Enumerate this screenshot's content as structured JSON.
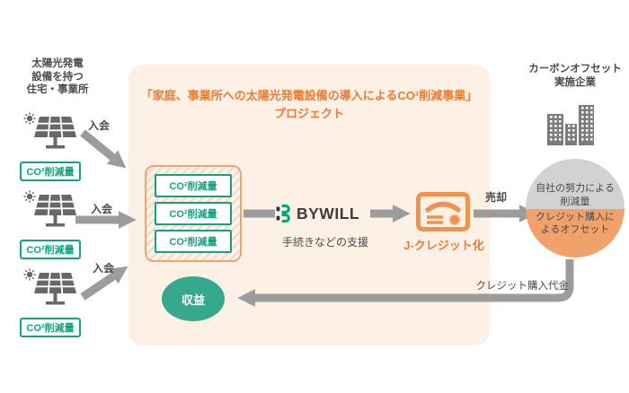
{
  "colors": {
    "accent_orange": "#ec7b33",
    "box_border_orange": "#f2a46d",
    "peach_background": "#fdf0e4",
    "teal": "#12a284",
    "profit_teal": "#36a88d",
    "arrow_gray": "#9c9c9c",
    "text_gray": "#4a4a4a",
    "building_gray": "#7c7c7c",
    "circle_gray": "#d2d2d2",
    "circle_orange": "#f1a26b",
    "logo_navy": "#1e3040",
    "logo_green": "#00a878",
    "certificate_orange": "#f0914e"
  },
  "producers": {
    "heading_line1": "太陽光発電",
    "heading_line2": "設備を持つ",
    "heading_line3": "住宅・事業所",
    "co2_label": "CO²削減量",
    "join_label": "入会"
  },
  "project_box": {
    "title_line1": "「家庭、事業所への太陽光発電設備の導入によるCO²削減事業」",
    "title_line2": "プロジェクト",
    "stack_items": [
      "CO²削減量",
      "CO²削減量",
      "CO²削減量"
    ],
    "profit_label": "収益"
  },
  "bywill": {
    "logo_text": "BYWILL",
    "support_label": "手続きなどの支援"
  },
  "jcredit": {
    "label": "J-クレジット化"
  },
  "flows": {
    "sell_label": "売却",
    "payment_label": "クレジット購入代金"
  },
  "offset_company": {
    "heading_line1": "カーボンオフセット",
    "heading_line2": "実施企業",
    "circle_top_line1": "自社の努力による",
    "circle_top_line2": "削減量",
    "circle_bottom_line1": "クレジット購入に",
    "circle_bottom_line2": "よるオフセット"
  },
  "icons": {
    "sun": "sun-icon",
    "solar_panel": "solar-panel-icon",
    "bywill_logo": "bywill-logo-icon",
    "certificate": "certificate-icon",
    "buildings": "office-buildings-icon"
  }
}
